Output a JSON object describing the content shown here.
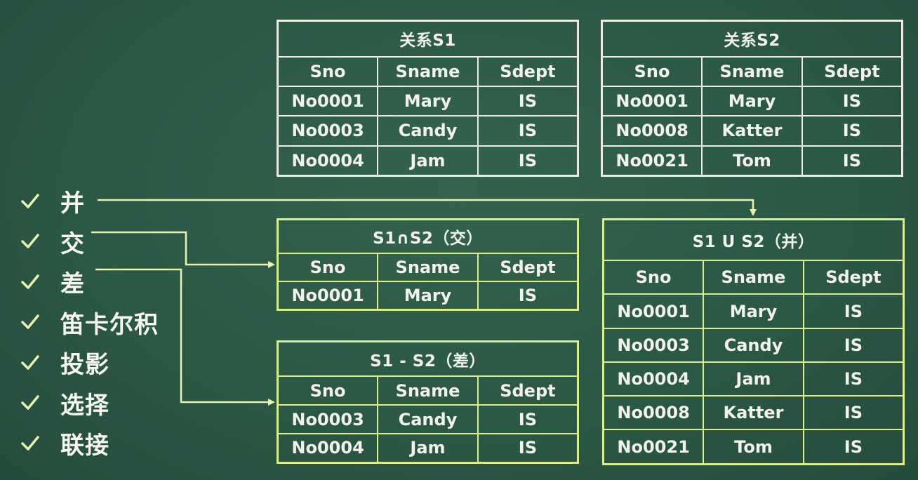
{
  "operations": [
    {
      "label": "并"
    },
    {
      "label": "交"
    },
    {
      "label": "差"
    },
    {
      "label": "笛卡尔积"
    },
    {
      "label": "投影"
    },
    {
      "label": "选择"
    },
    {
      "label": "联接"
    }
  ],
  "colors": {
    "board": "#2c5a47",
    "chalk": "#f4f4ee",
    "highlight": "#d9ef8c"
  },
  "tables": {
    "s1": {
      "title": "关系S1",
      "columns": [
        "Sno",
        "Sname",
        "Sdept"
      ],
      "rows": [
        [
          "No0001",
          "Mary",
          "IS"
        ],
        [
          "No0003",
          "Candy",
          "IS"
        ],
        [
          "No0004",
          "Jam",
          "IS"
        ]
      ]
    },
    "s2": {
      "title": "关系S2",
      "columns": [
        "Sno",
        "Sname",
        "Sdept"
      ],
      "rows": [
        [
          "No0001",
          "Mary",
          "IS"
        ],
        [
          "No0008",
          "Katter",
          "IS"
        ],
        [
          "No0021",
          "Tom",
          "IS"
        ]
      ]
    },
    "intersection": {
      "title": "S1∩S2（交）",
      "columns": [
        "Sno",
        "Sname",
        "Sdept"
      ],
      "rows": [
        [
          "No0001",
          "Mary",
          "IS"
        ]
      ]
    },
    "difference": {
      "title": "S1 - S2（差）",
      "columns": [
        "Sno",
        "Sname",
        "Sdept"
      ],
      "rows": [
        [
          "No0003",
          "Candy",
          "IS"
        ],
        [
          "No0004",
          "Jam",
          "IS"
        ]
      ]
    },
    "union": {
      "title": "S1 U S2（并）",
      "columns": [
        "Sno",
        "Sname",
        "Sdept"
      ],
      "rows": [
        [
          "No0001",
          "Mary",
          "IS"
        ],
        [
          "No0003",
          "Candy",
          "IS"
        ],
        [
          "No0004",
          "Jam",
          "IS"
        ],
        [
          "No0008",
          "Katter",
          "IS"
        ],
        [
          "No0021",
          "Tom",
          "IS"
        ]
      ]
    }
  }
}
